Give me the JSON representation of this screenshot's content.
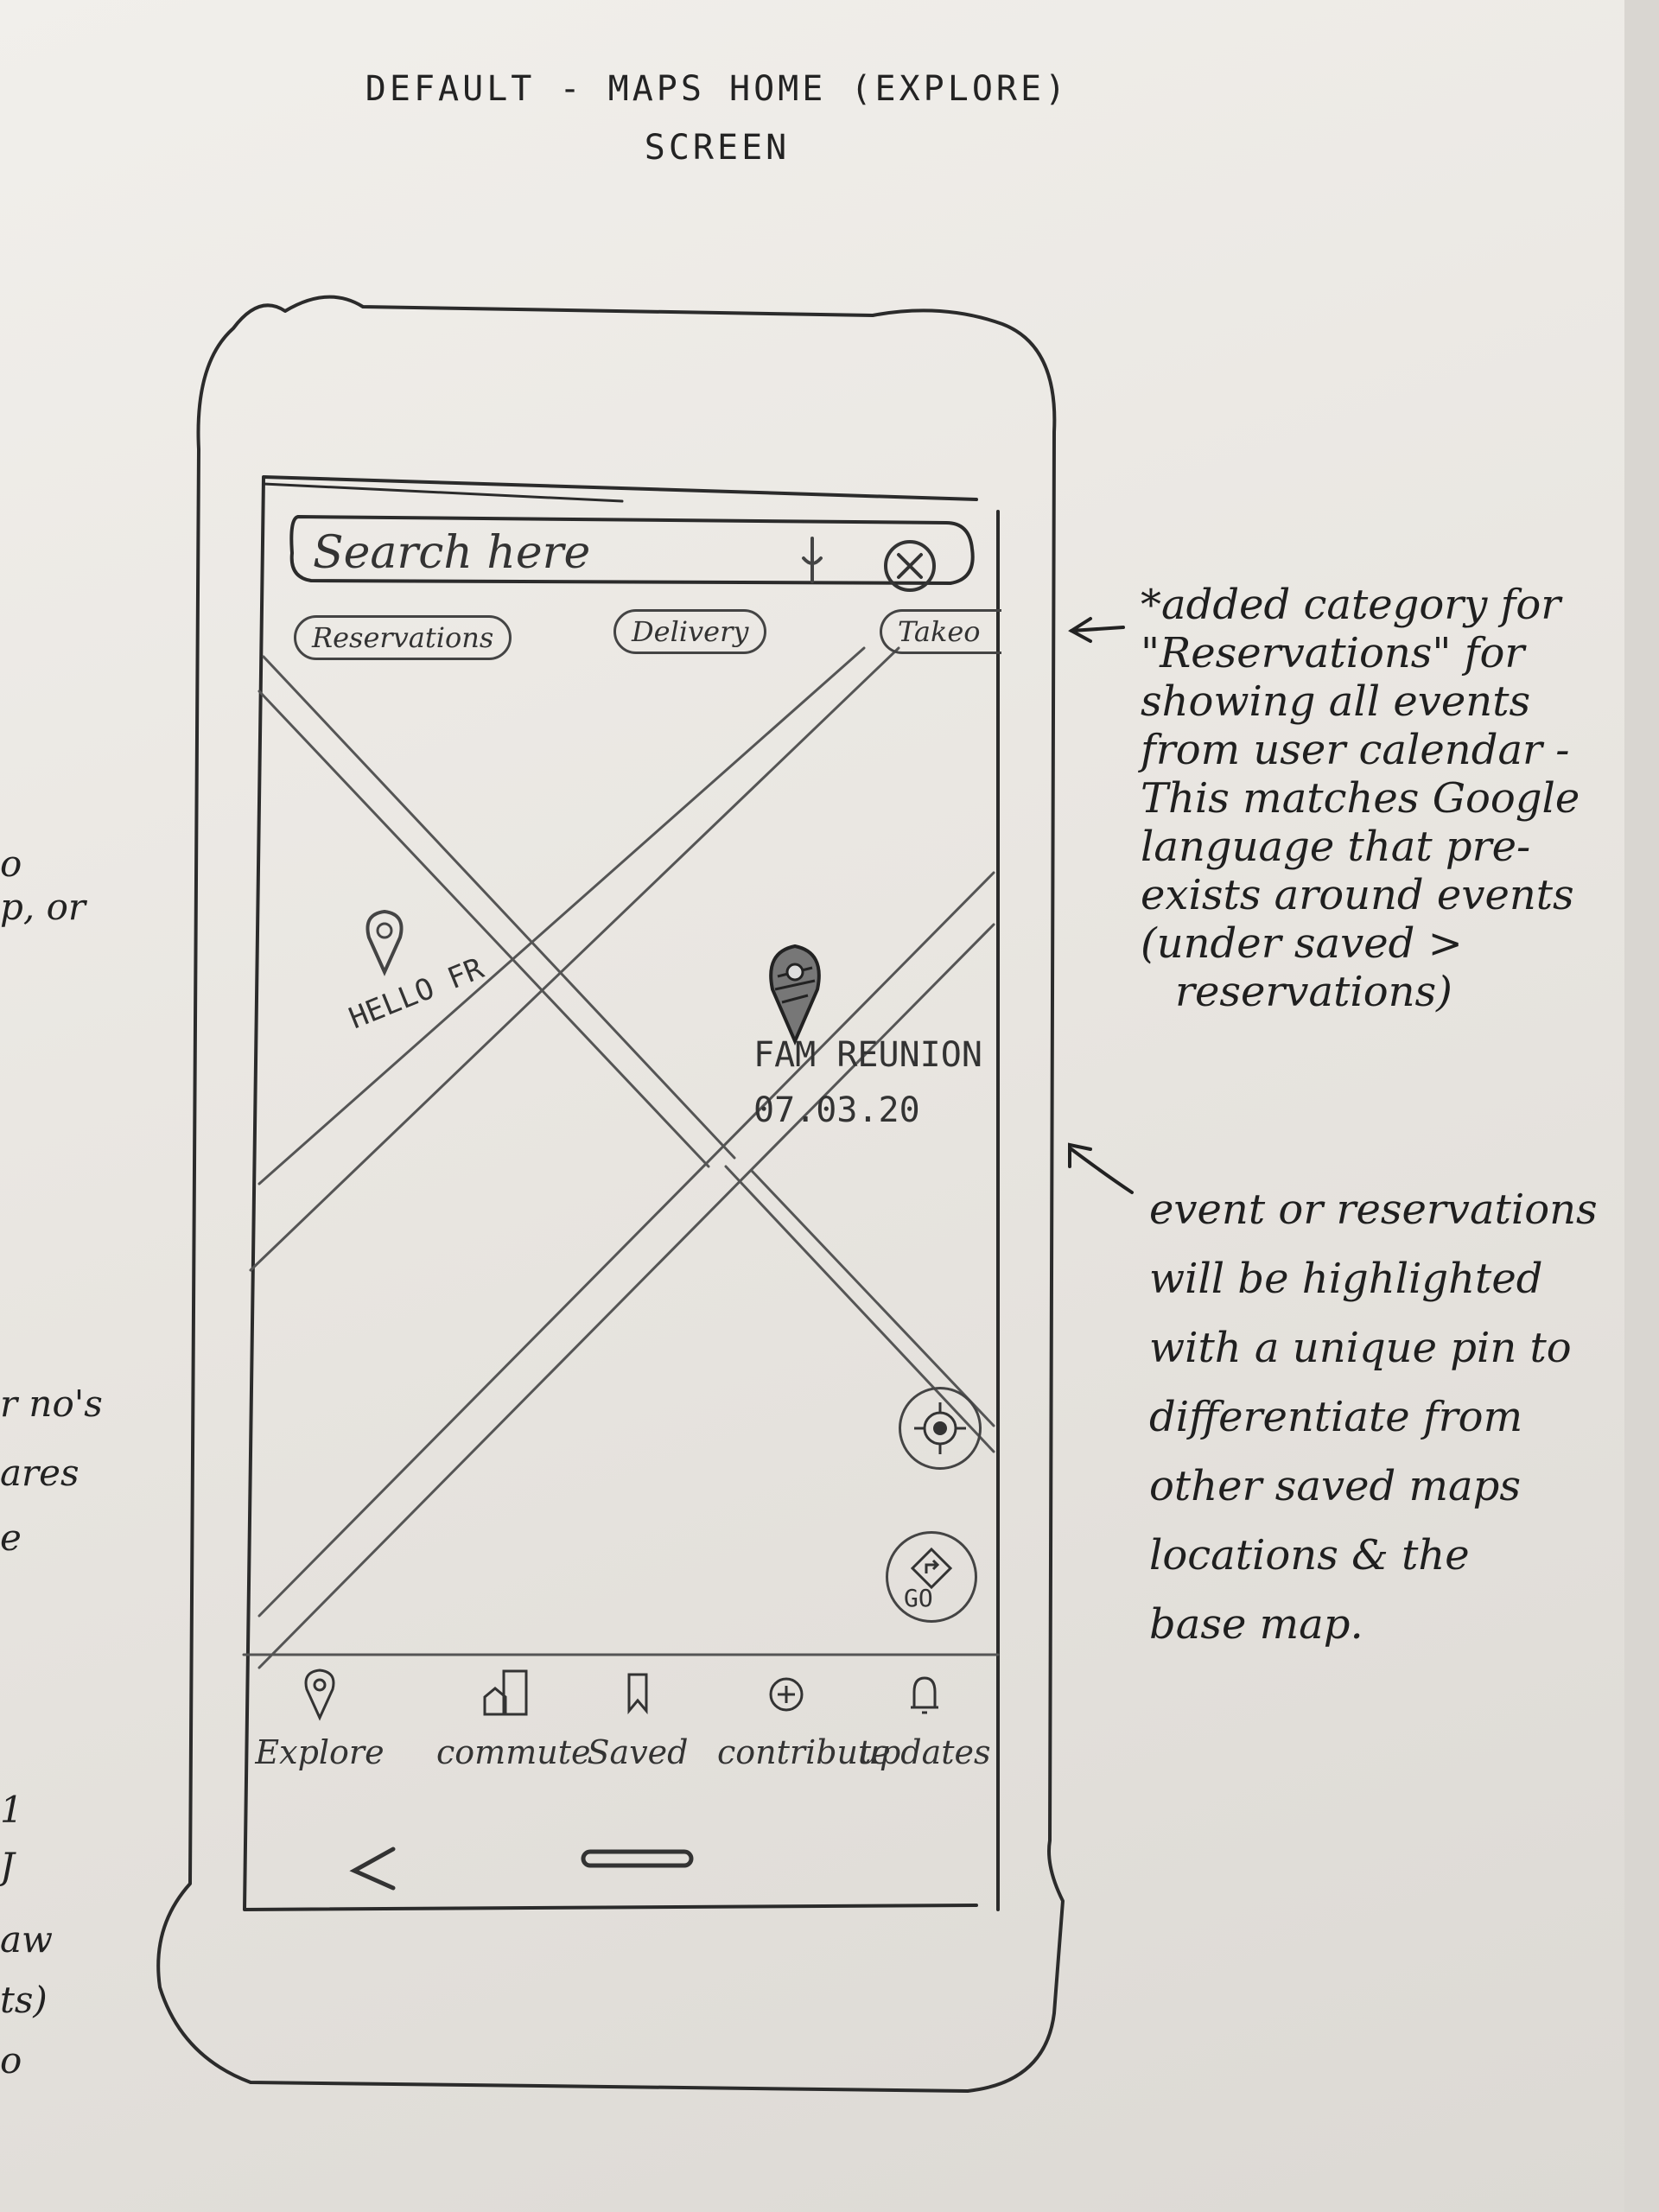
{
  "page": {
    "title_line1": "DEFAULT - MAPS HOME (EXPLORE)",
    "title_line2": "SCREEN"
  },
  "search": {
    "placeholder": "Search here",
    "mic_icon": "microphone-icon",
    "clear_icon": "close-circle-icon"
  },
  "chips": [
    {
      "label": "Reservations"
    },
    {
      "label": "Delivery"
    },
    {
      "label": "Takeo"
    }
  ],
  "map": {
    "pins": [
      {
        "label": "HELLO FR",
        "icon": "map-pin-icon"
      },
      {
        "label_line1": "FAM REUNION",
        "label_line2": "07.03.20",
        "icon": "event-pin-icon"
      }
    ],
    "buttons": {
      "locate_icon": "my-location-icon",
      "go_label": "GO",
      "go_icon": "directions-icon"
    }
  },
  "bottom_nav": {
    "items": [
      {
        "label": "Explore",
        "icon": "pin-icon"
      },
      {
        "label": "commute",
        "icon": "commute-icon"
      },
      {
        "label": "Saved",
        "icon": "bookmark-icon"
      },
      {
        "label": "contribute",
        "icon": "plus-circle-icon"
      },
      {
        "label": "updates",
        "icon": "bell-icon"
      }
    ]
  },
  "system_nav": {
    "back_icon": "back-chevron-icon",
    "home_icon": "home-pill-icon"
  },
  "annotations": {
    "note1": [
      "*added category for",
      "\"Reservations\" for",
      "showing all events",
      "from user calendar -",
      "This matches Google",
      "language that pre-",
      "exists around events",
      "(under saved >",
      "reservations)"
    ],
    "note2": [
      "event or reservations",
      "will be highlighted",
      "with a unique pin to",
      "differentiate from",
      "other saved maps",
      "locations & the",
      "base map."
    ],
    "left_edge": [
      "o",
      "p, or",
      "r no's",
      "ares",
      "e",
      "1",
      "J",
      "aw",
      "ts)",
      "o"
    ]
  }
}
